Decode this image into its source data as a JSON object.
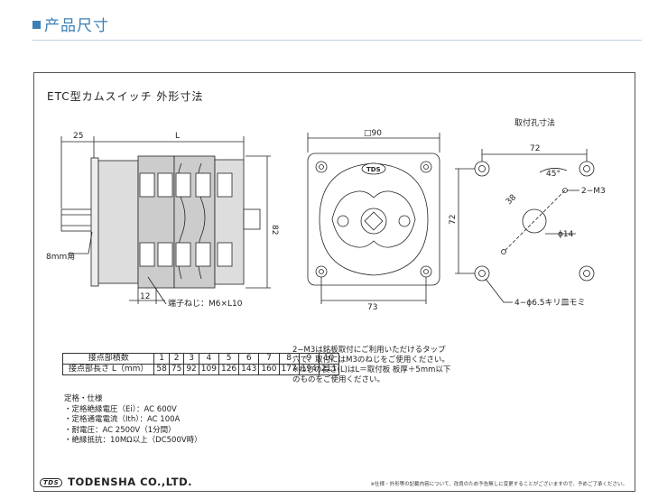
{
  "header": {
    "title": "产品尺寸"
  },
  "drawing": {
    "title": "ETC型カムスイッチ 外形寸法",
    "side": {
      "dim_25": "25",
      "dim_L": "L",
      "dim_82": "82",
      "dim_12": "12",
      "label_8mm": "8mm角",
      "label_terminal": "端子ねじ：M6×L10"
    },
    "front": {
      "dim_90": "□90",
      "dim_73": "73",
      "logo": "TDS"
    },
    "mount": {
      "title": "取付孔寸法",
      "dim_72h": "72",
      "dim_72v": "72",
      "dim_45": "45°",
      "dim_38": "38",
      "label_m3": "2−M3",
      "label_phi14": "ϕ14",
      "label_holes": "4−ϕ6.5キリ皿モミ"
    }
  },
  "table": {
    "row1_label": "接点部積数",
    "row2_label": "接点部長さ L（mm）",
    "counts": [
      "1",
      "2",
      "3",
      "4",
      "5",
      "6",
      "7",
      "8",
      "9",
      "10"
    ],
    "lengths": [
      "58",
      "75",
      "92",
      "109",
      "126",
      "143",
      "160",
      "177",
      "194",
      "211"
    ]
  },
  "notes": [
    "2−M3は銘板取付にご利用いただけるタップ",
    "穴で、取付にはM3のねじをご使用ください。",
    "※ねじの長さ(L)はL＝取付板 板厚＋5mm以下",
    "のものをご使用ください。"
  ],
  "spec": {
    "title": "定格・仕様",
    "items": [
      "・定格絶縁電圧（Ei）：AC 600V",
      "・定格通電電流（Ith）：AC 100A",
      "・耐電圧：AC 2500V（1分間）",
      "・絶縁抵抗：10MΩ以上（DC500V時）"
    ]
  },
  "footer": {
    "logo_mark": "TDS",
    "company": "TODENSHA CO.,LTD.",
    "disclaimer": "※仕様・外形等の記載内容について、改良のため予告無しに変更することがございますので、予めご了承ください。"
  }
}
